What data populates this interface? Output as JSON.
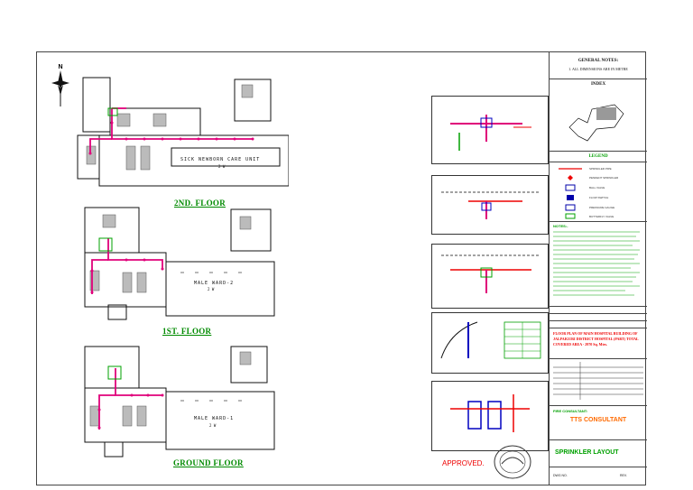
{
  "plans": {
    "second": {
      "label": "2ND. FLOOR",
      "room": "SICK NEWBORN CARE UNIT",
      "sub": "2 W"
    },
    "first": {
      "label": "1ST. FLOOR",
      "room": "MALE WARD-2",
      "sub": "2 W"
    },
    "ground": {
      "label": "GROUND FLOOR",
      "room": "MALE WARD-1",
      "sub": "2 W"
    }
  },
  "approved": "APPROVED.",
  "title_block": {
    "general_notes": "GENERAL NOTES:",
    "dims": "1. ALL DIMENSIONS ARE IN METRE",
    "index": "INDEX",
    "legend": "LEGEND",
    "legend_items": [
      "SPRINKLER PIPE",
      "PENDENT SPRINKLER",
      "BALL VALVE",
      "FLOW SWITCH",
      "PRESSURE GAUGE",
      "BUTTERFLY VALVE"
    ],
    "notes_head": "NOTES:-",
    "drawing_title": "FLOOR PLAN OF MAIN HOSPITAL BUILDING OF JALPAIGURI DISTRICT HOSPITAL (PART) TOTAL COVERED AREA - 2970 Sq. Mtrs.",
    "consultant_head": "FIRE CONSULTANT:",
    "consultant": "TTS CONSULTANT",
    "sheet_title": "SPRINKLER LAYOUT",
    "drg_no_label": "DWG NO.",
    "rev_label": "REV."
  },
  "colors": {
    "pipe": "#e0007a",
    "wall": "#111111",
    "green": "#00a000",
    "red": "#e00000"
  }
}
